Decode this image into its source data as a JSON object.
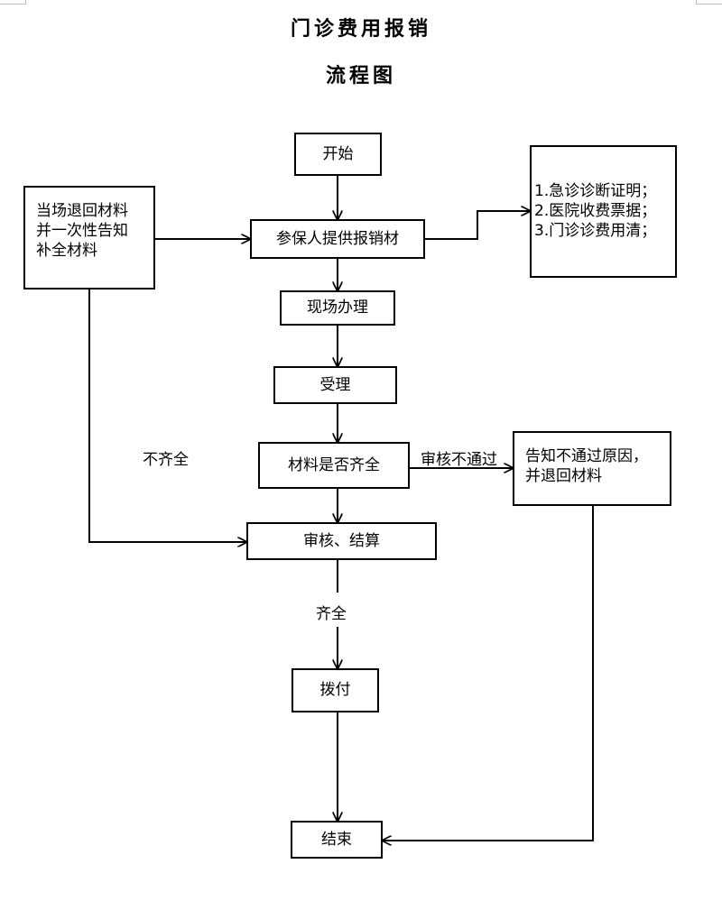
{
  "title": "门诊费用报销",
  "subtitle": "流程图",
  "nodes": {
    "start": "开始",
    "submit": "参保人提供报销材",
    "onsite": "现场办理",
    "accept": "受理",
    "check": "材料是否齐全",
    "audit": "审核、结算",
    "pay": "拨付",
    "end": "结束",
    "return_lines": [
      "当场退回材料",
      "并一次性告知",
      "补全材料"
    ],
    "materials_lines": [
      "1.急诊诊断证明；",
      "2.医院收费票据；",
      "3.门诊诊费用清；"
    ],
    "reject_lines": [
      "告知不通过原因，",
      "并退回材料"
    ]
  },
  "edge_labels": {
    "incomplete": "不齐全",
    "audit_fail": "审核不通过",
    "complete": "齐全"
  }
}
